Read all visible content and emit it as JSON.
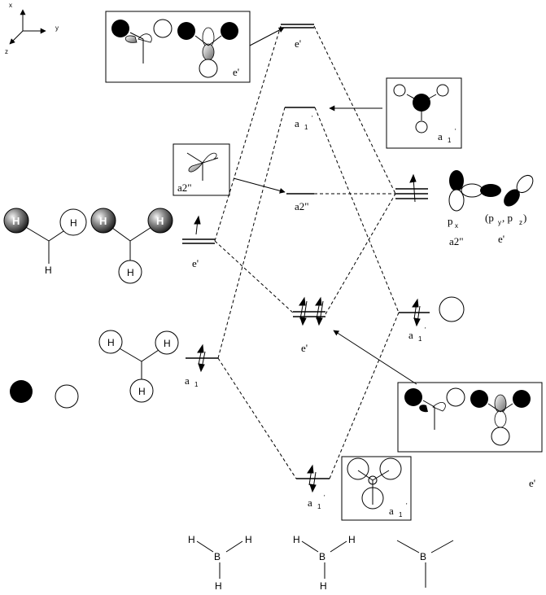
{
  "axes": {
    "x": "x",
    "y": "y",
    "z": "z"
  },
  "levels": {
    "e_prime_top": "e'",
    "a1_prime_upper": "a",
    "a1_prime_upper_sub": "1",
    "a1_prime_upper_prime": "'",
    "a2_dprime_mid": "a2\"",
    "e_prime_left": "e'",
    "e_prime_bonding": "e'",
    "a1_left": "a",
    "a1_left_sub": "1",
    "a1_right": "a",
    "a1_right_sub": "1",
    "a1_right_prime": "'",
    "a1_prime_bottom": "a",
    "a1_prime_bottom_sub": "1",
    "a1_prime_bottom_prime": "'"
  },
  "boxes": {
    "top_e_label": "e'",
    "a1_box_label": "a",
    "a1_box_sub": "1",
    "a1_box_prime": "'",
    "a2_box_label": "a2\"",
    "bottom_box_label": "a",
    "bottom_box_sub": "1",
    "bottom_box_prime": "'"
  },
  "boron_orbitals": {
    "px": "p",
    "px_sub": "x",
    "a2": "a2\"",
    "pyz": "(p",
    "py_sub": "y",
    "comma": ", p",
    "pz_sub": "z",
    "close": ")",
    "e": "e'"
  },
  "stray_label": "e'",
  "atom_H": "H",
  "atom_B": "B"
}
